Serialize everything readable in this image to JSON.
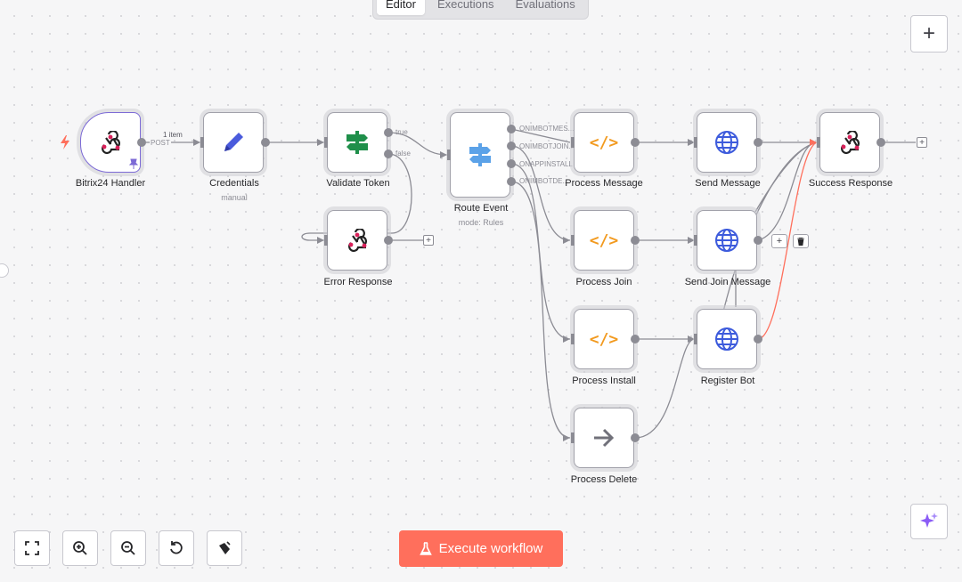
{
  "tabs": [
    {
      "label": "Editor",
      "active": true
    },
    {
      "label": "Executions",
      "active": false
    },
    {
      "label": "Evaluations",
      "active": false
    }
  ],
  "nodes": {
    "bitrix24_handler": {
      "label": "Bitrix24 Handler",
      "icon": "webhook-icon"
    },
    "credentials": {
      "label": "Credentials",
      "subtitle": "manual",
      "icon": "pencil-icon"
    },
    "validate_token": {
      "label": "Validate Token",
      "icon": "signpost-icon"
    },
    "error_response": {
      "label": "Error Response",
      "icon": "webhook-icon"
    },
    "route_event": {
      "label": "Route Event",
      "subtitle": "mode: Rules",
      "icon": "signpost-icon"
    },
    "process_message": {
      "label": "Process Message",
      "icon": "code-icon"
    },
    "process_join": {
      "label": "Process Join",
      "icon": "code-icon"
    },
    "process_install": {
      "label": "Process Install",
      "icon": "code-icon"
    },
    "process_delete": {
      "label": "Process Delete",
      "icon": "arrow-right-icon"
    },
    "send_message": {
      "label": "Send Message",
      "icon": "globe-icon"
    },
    "send_join_message": {
      "label": "Send Join Message",
      "icon": "globe-icon"
    },
    "register_bot": {
      "label": "Register Bot",
      "icon": "globe-icon"
    },
    "success_response": {
      "label": "Success Response",
      "icon": "webhook-icon"
    }
  },
  "edge_labels": {
    "items_count": "1 item",
    "method": "POST",
    "true_branch": "true",
    "false_branch": "false",
    "route_outputs": [
      "ONIMBOTMES...",
      "ONIMBOTJOIN...",
      "ONAPPINSTALL",
      "ONIMBOTDE..."
    ]
  },
  "toolbar": {
    "execute_label": "Execute workflow",
    "add_node": "+",
    "add_small": "+",
    "delete_icon": "trash-icon"
  },
  "controls": [
    "fit-view-icon",
    "zoom-in-icon",
    "zoom-out-icon",
    "reset-icon",
    "tidy-up-icon"
  ],
  "colors": {
    "accent": "#ff6f5c",
    "webhook_pink": "#d9205a",
    "pencil_blue": "#4a5bdc",
    "signpost_green": "#1f8f4a",
    "signpost_blue": "#5ba2e8",
    "code_orange": "#f29a1f",
    "globe_blue": "#3d5bdc",
    "trigger_bolt": "#ff6f5c",
    "pin_purple": "#7c6ad6",
    "ai_purple": "#8b5cf6"
  }
}
